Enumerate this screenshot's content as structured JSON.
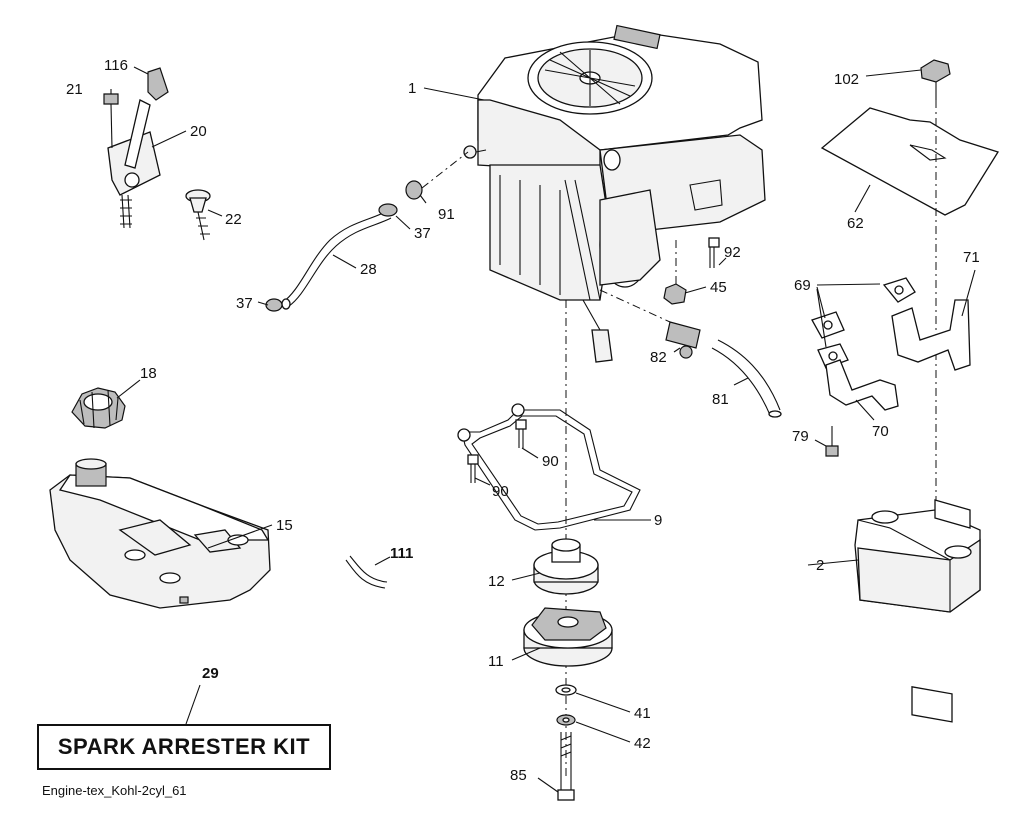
{
  "callouts": {
    "c1": "1",
    "c2": "2",
    "c9": "9",
    "c11": "11",
    "c12": "12",
    "c15": "15",
    "c18": "18",
    "c20": "20",
    "c21": "21",
    "c22": "22",
    "c28": "28",
    "c29": "29",
    "c37a": "37",
    "c37b": "37",
    "c41": "41",
    "c42": "42",
    "c45": "45",
    "c62": "62",
    "c69": "69",
    "c70": "70",
    "c71": "71",
    "c79": "79",
    "c81": "81",
    "c82": "82",
    "c85": "85",
    "c90a": "90",
    "c90b": "90",
    "c91": "91",
    "c92": "92",
    "c102": "102",
    "c111": "111",
    "c116": "116"
  },
  "kit": {
    "label": "SPARK ARRESTER KIT"
  },
  "caption": "Engine-tex_Kohl-2cyl_61"
}
